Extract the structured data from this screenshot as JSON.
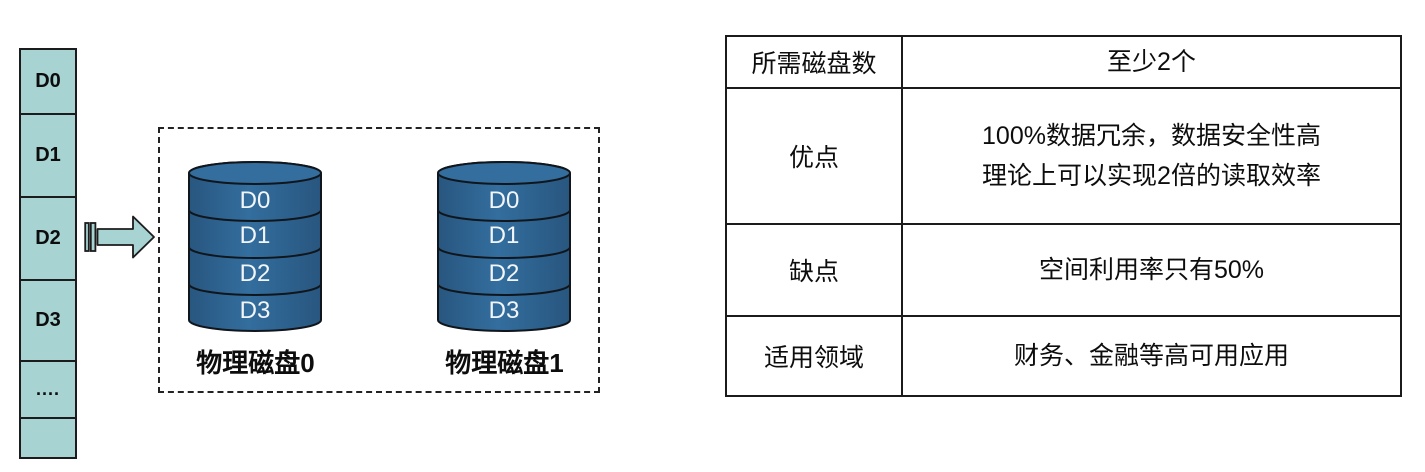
{
  "colors": {
    "teal": "#a7d3d2",
    "disk_blue_mid": "#336e9e",
    "disk_blue_edge": "#28567f",
    "line": "#1c1c1c"
  },
  "stripe_column": {
    "cells": [
      {
        "label": "D0"
      },
      {
        "label": "D1"
      },
      {
        "label": "D2"
      },
      {
        "label": "D3"
      },
      {
        "label": "...."
      },
      {
        "label": ""
      }
    ]
  },
  "mirror_group": {
    "disks": [
      {
        "label": "物理磁盘0",
        "segments": [
          "D0",
          "D1",
          "D2",
          "D3"
        ]
      },
      {
        "label": "物理磁盘1",
        "segments": [
          "D0",
          "D1",
          "D2",
          "D3"
        ]
      }
    ]
  },
  "table": {
    "rows": [
      {
        "header": "所需磁盘数",
        "lines": [
          "至少2个"
        ]
      },
      {
        "header": "优点",
        "lines": [
          "100%数据冗余，数据安全性高",
          "理论上可以实现2倍的读取效率"
        ]
      },
      {
        "header": "缺点",
        "lines": [
          "空间利用率只有50%"
        ]
      },
      {
        "header": "适用领域",
        "lines": [
          "财务、金融等高可用应用"
        ]
      }
    ]
  }
}
